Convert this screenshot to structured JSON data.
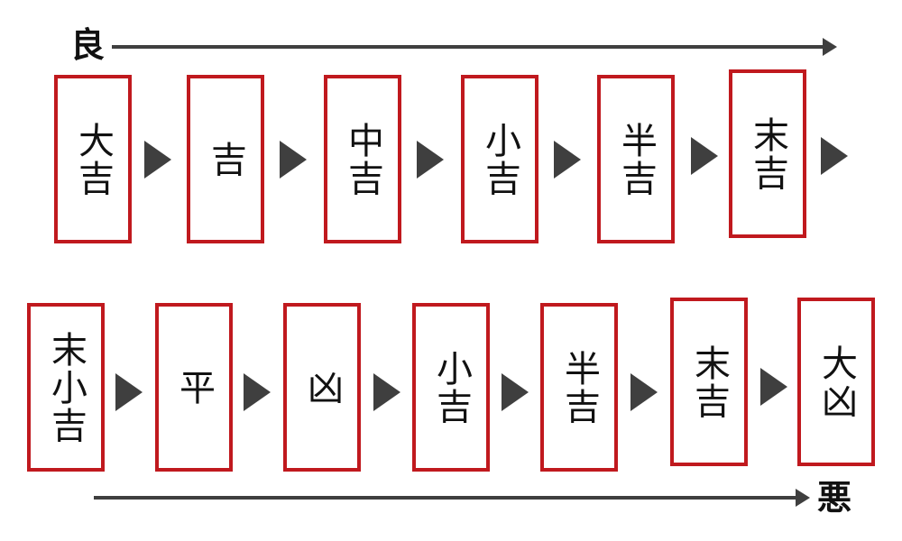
{
  "axis": {
    "good_label": "良",
    "bad_label": "悪"
  },
  "row1": [
    "大吉",
    "吉",
    "中吉",
    "小吉",
    "半吉",
    "末吉"
  ],
  "row2": [
    "末小吉",
    "平",
    "凶",
    "小吉",
    "半吉",
    "末吉",
    "大凶"
  ],
  "colors": {
    "card_border": "#c0191e",
    "arrow": "#3f3f3f"
  }
}
